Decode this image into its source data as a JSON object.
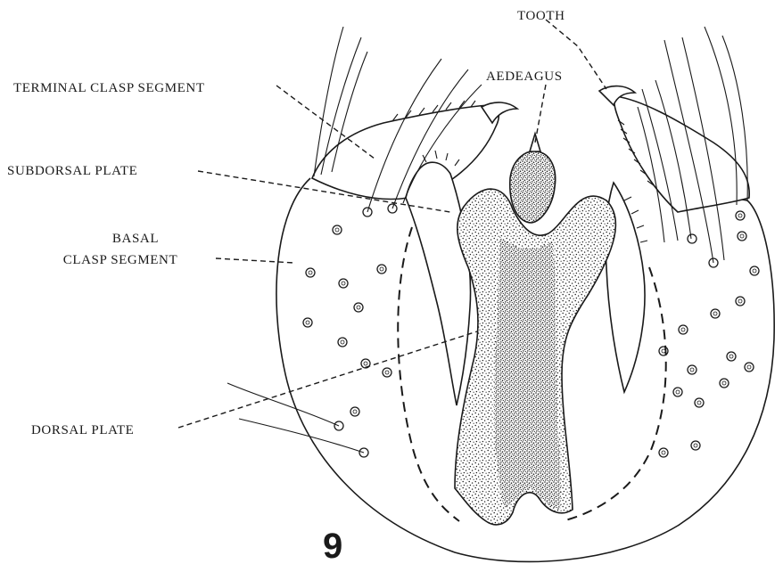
{
  "figure": {
    "number": "9",
    "labels": {
      "tooth": "TOOTH",
      "aedeagus": "AEDEAGUS",
      "terminal_clasp_segment": "TERMINAL CLASP SEGMENT",
      "subdorsal_plate": "SUBDORSAL PLATE",
      "basal_clasp_segment_line1": "BASAL",
      "basal_clasp_segment_line2": "CLASP SEGMENT",
      "dorsal_plate": "DORSAL PLATE"
    }
  },
  "colors": {
    "ink": "#1a1a1a",
    "paper": "#ffffff"
  }
}
